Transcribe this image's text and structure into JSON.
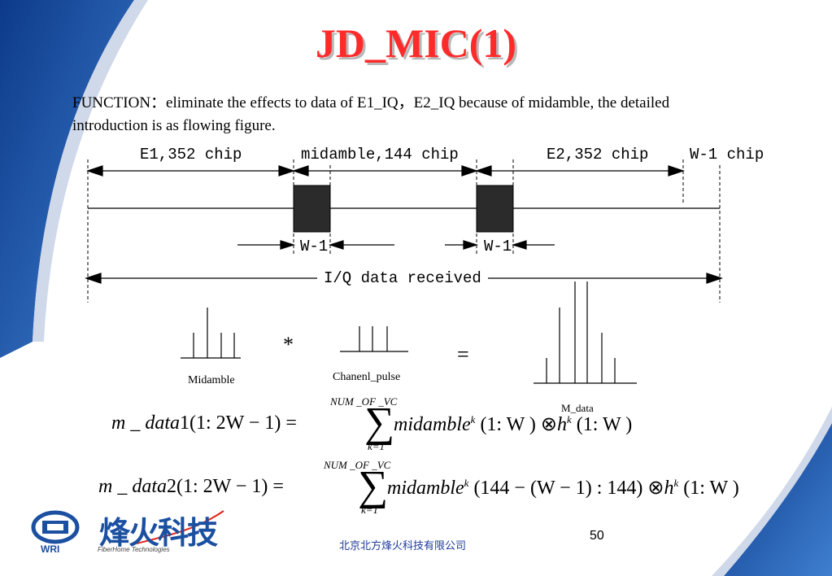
{
  "slide": {
    "title": "JD_MIC(1)",
    "description": "FUNCTION：eliminate the effects to data of E1_IQ，E2_IQ because of midamble, the detailed introduction is as flowing figure.",
    "page_number": "50",
    "footer": "北京北方烽火科技有限公司"
  },
  "diagram": {
    "label_e1": "E1,352 chip",
    "label_midamble": "midamble,144 chip",
    "label_e2": "E2,352 chip",
    "label_w1_chip": "W-1 chip",
    "label_w1_a": "W-1",
    "label_w1_b": "W-1",
    "label_iq": "I/Q data received",
    "label_midamble_pulse": "Midamble",
    "label_channel_pulse": "Chanenl_pulse",
    "label_m_data": "M_data",
    "convolution_symbol": "*",
    "equals_symbol": "="
  },
  "equations": {
    "eq1": {
      "lhs_var": "m _ data",
      "lhs_index": "1(1: 2W − 1) =",
      "upper_limit": "NUM _OF _VC",
      "lower_limit": "k=1",
      "rhs_var": "midamble",
      "rhs_sup": "k",
      "rhs_range": "(1: W ) ⊗",
      "rhs_h": "h",
      "rhs_h_sup": "k",
      "rhs_tail": "(1: W )"
    },
    "eq2": {
      "lhs_var": "m _ data",
      "lhs_index": "2(1: 2W − 1) =",
      "upper_limit": "NUM _OF _VC",
      "lower_limit": "k=1",
      "rhs_var": "midamble",
      "rhs_sup": "k",
      "rhs_range": "(144 − (W − 1) : 144) ⊗",
      "rhs_h": "h",
      "rhs_h_sup": "k",
      "rhs_tail": "(1: W )"
    }
  },
  "branding": {
    "company_cn": "烽火科技",
    "company_en": "FiberHome Technologies",
    "short_logo": "WRI"
  },
  "colors": {
    "title": "#ff2b2b",
    "blue_swoosh": "#1b4fa0",
    "footer_text": "#1f3b9a"
  }
}
